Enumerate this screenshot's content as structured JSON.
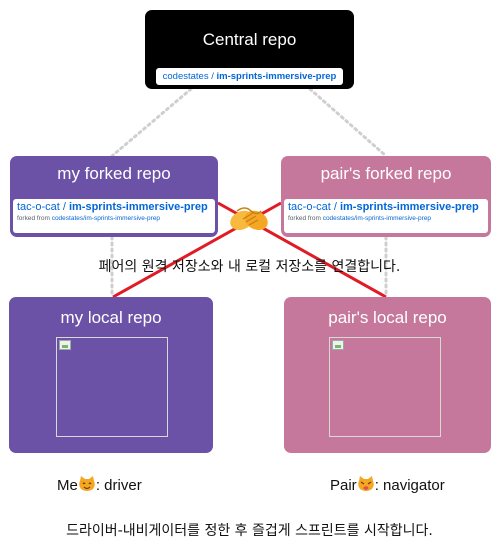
{
  "central": {
    "title": "Central repo",
    "owner": "codestates",
    "repo": "im-sprints-immersive-prep"
  },
  "my_fork": {
    "title": "my forked repo",
    "owner": "tac-o-cat",
    "repo": "im-sprints-immersive-prep",
    "forked_prefix": "forked from",
    "forked_from": "codestates/im-sprints-immersive-prep"
  },
  "pair_fork": {
    "title": "pair's forked repo",
    "owner": "tac-o-cat",
    "repo": "im-sprints-immersive-prep",
    "forked_prefix": "forked from",
    "forked_from": "codestates/im-sprints-immersive-prep"
  },
  "my_local": {
    "title": "my local repo"
  },
  "pair_local": {
    "title": "pair's local repo"
  },
  "connect_caption": "페어의 원격 저장소와 내 로컬 저장소를 연결합니다.",
  "roles": {
    "me_prefix": "Me",
    "me_suffix": ": driver",
    "pair_prefix": "Pair",
    "pair_suffix": ": navigator"
  },
  "bottom_caption": "드라이버-내비게이터를 정한 후 즐겁게 스프린트를 시작합니다.",
  "icons": {
    "handshake": "handshake-emoji",
    "me": "cat-face-emoji",
    "pair": "angry-cat-face-emoji"
  },
  "colors": {
    "central": "#000000",
    "mine": "#6b52a6",
    "pair": "#c5789b",
    "connector": "#e01b24",
    "dotted": "#cfcfcf"
  }
}
